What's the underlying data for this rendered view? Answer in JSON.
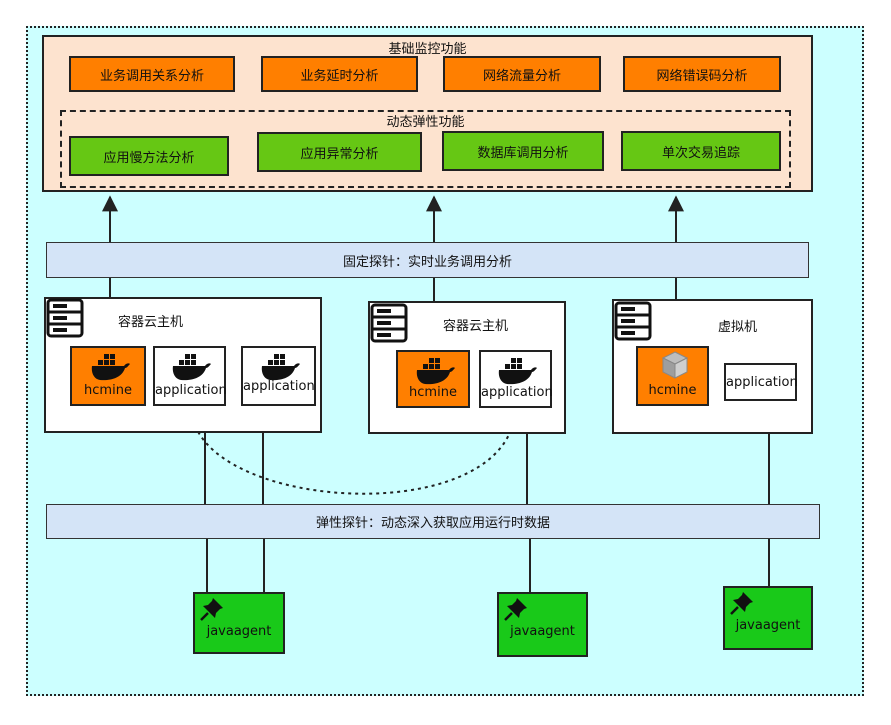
{
  "monitor": {
    "title": "基础监控功能",
    "buttons": [
      "业务调用关系分析",
      "业务延时分析",
      "网络流量分析",
      "网络错误码分析"
    ]
  },
  "dynamic": {
    "title": "动态弹性功能",
    "buttons": [
      "应用慢方法分析",
      "应用异常分析",
      "数据库调用分析",
      "单次交易追踪"
    ]
  },
  "fixed_probe_bar": "固定探针：实时业务调用分析",
  "hosts": [
    {
      "title": "容器云主机",
      "containers": [
        "hcmine",
        "application",
        "application"
      ]
    },
    {
      "title": "容器云主机",
      "containers": [
        "hcmine",
        "application"
      ]
    },
    {
      "title": "虚拟机",
      "containers": [
        "hcmine",
        "application"
      ]
    }
  ],
  "elastic_probe_bar": "弹性探针：动态深入获取应用运行时数据",
  "agents": [
    "javaagent",
    "javaagent",
    "javaagent"
  ],
  "colors": {
    "background": "#ccffff",
    "panel": "#fde3cf",
    "orange": "#ff7f00",
    "green_button": "#66c714",
    "agent_green": "#19c919",
    "probe_bar": "#d4e4f7"
  },
  "icons": [
    "server-icon",
    "docker-whale-icon",
    "package-box-icon",
    "pushpin-icon"
  ]
}
